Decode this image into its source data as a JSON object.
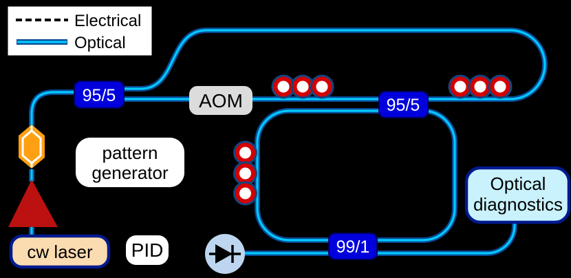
{
  "legend": {
    "electrical_label": "Electrical",
    "optical_label": "Optical"
  },
  "components": {
    "cw_laser": {
      "label": "cw laser"
    },
    "amplifier": {
      "shape": "red-triangle"
    },
    "modulator": {
      "shape": "orange-hexagon"
    },
    "input_coupler": {
      "label": "95/5"
    },
    "pattern_generator": {
      "line1": "pattern",
      "line2": "generator"
    },
    "aom": {
      "label": "AOM"
    },
    "loop_coupler": {
      "label": "95/5"
    },
    "tap_coupler": {
      "label": "99/1"
    },
    "pid": {
      "label": "PID"
    },
    "photodiode": {
      "shape": "diode-in-circle"
    },
    "optical_diagnostics": {
      "line1": "Optical",
      "line2": "diagnostics"
    },
    "polarization_controllers": {
      "count": 3,
      "loops_each": 3
    }
  },
  "colors": {
    "background": "#000000",
    "fiber_core": "#00ccff",
    "fiber_edge": "#0a4a96",
    "coupler_fill": "#0000dd",
    "coupler_border": "#000060",
    "aom_fill": "#dcdcdc",
    "pc_ring_red": "#d40000",
    "pc_ring_navy": "#15457e",
    "laser_fill": "#fbdcb0",
    "navy_border": "#001a8f",
    "diagnostics_fill": "#c9f2fc",
    "amp_red": "#bb1111",
    "modulator_orange": "#ffa013",
    "photodiode_fill": "#bdd5ee",
    "box_white": "#ffffff",
    "text_black": "#000000",
    "text_white": "#ffffff"
  }
}
